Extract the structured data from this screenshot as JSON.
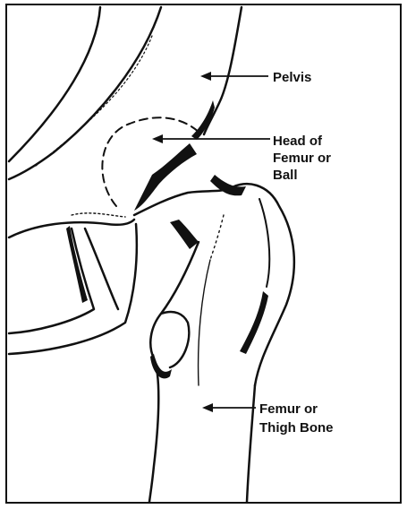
{
  "diagram": {
    "labels": {
      "pelvis": "Pelvis",
      "head_line1": "Head of",
      "head_line2": "Femur or",
      "head_line3": "Ball",
      "femur_line1": "Femur or",
      "femur_line2": "Thigh Bone"
    }
  }
}
